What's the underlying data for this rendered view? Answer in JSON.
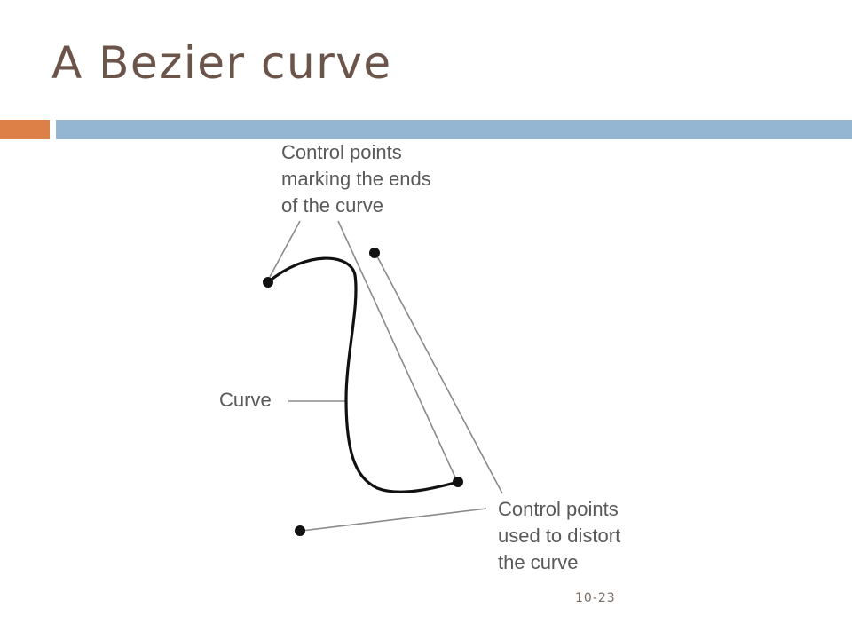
{
  "title": "A Bezier curve",
  "page_number": "10-23",
  "accent_colors": {
    "title_text": "#6b5449",
    "bar_orange": "#dd8047",
    "bar_blue": "#94b6d2"
  },
  "diagram": {
    "label_end_points": [
      "Control points",
      "marking the ends",
      "of the curve"
    ],
    "label_curve": "Curve",
    "label_distort_points": [
      "Control points",
      "used to distort",
      "the curve"
    ]
  }
}
